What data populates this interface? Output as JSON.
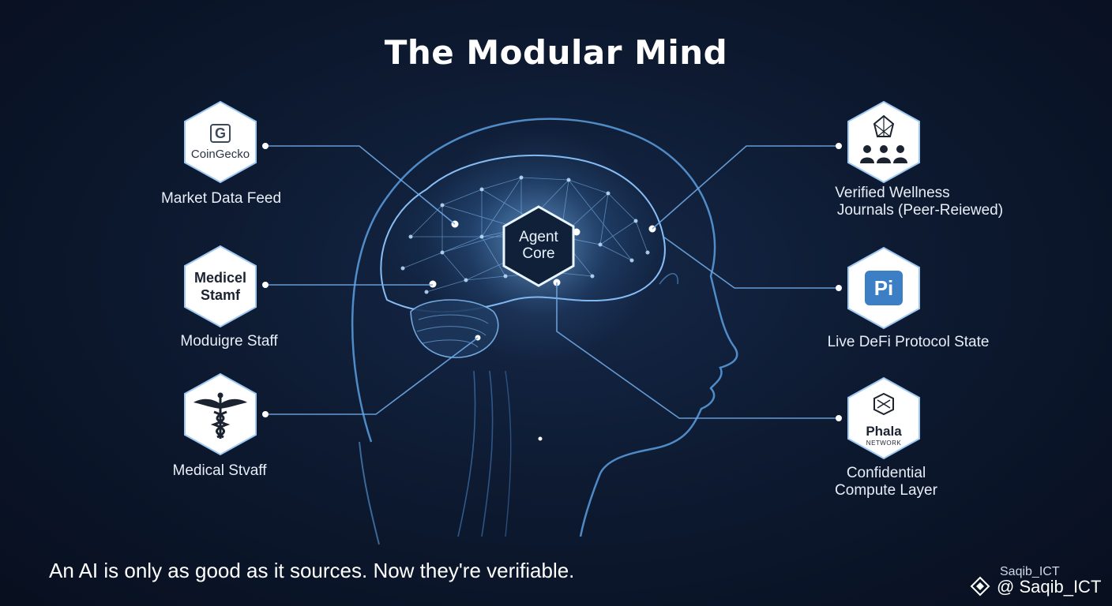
{
  "title": "The Modular Mind",
  "core": {
    "line1": "Agent",
    "line2": "Core"
  },
  "left_modules": [
    {
      "logo_glyph": "G",
      "logo_text": "CoinGecko",
      "label": "Market Data Feed",
      "icon": "coingecko-logo-icon"
    },
    {
      "logo_text_line1": "Medicel",
      "logo_text_line2": "Stamf",
      "label": "Moduigre Staff",
      "icon": "text-logo"
    },
    {
      "label": "Medical Stvaff",
      "icon": "caduceus-icon"
    }
  ],
  "right_modules": [
    {
      "label_line1": "Verified Wellness",
      "label_line2": "Journals (Peer-Reiewed)",
      "icon": "network-people-icon"
    },
    {
      "logo_text": "Pi",
      "label": "Live DeFi Protocol State",
      "icon": "pi-logo-icon"
    },
    {
      "logo_text": "Phala",
      "logo_subtext": "NETWORK",
      "label_line1": "Confidential",
      "label_line2": "Compute Layer",
      "icon": "phala-logo-icon"
    }
  ],
  "footer": {
    "tagline": "An AI is only as good as it sources. Now they're verifiable.",
    "handle_small": "Saqib_ICT",
    "handle": "@ Saqib_ICT"
  },
  "colors": {
    "background": "#0d1a31",
    "accent": "#6fb6ff",
    "glow": "#9fd4ff",
    "hex_fill": "#ffffff"
  }
}
